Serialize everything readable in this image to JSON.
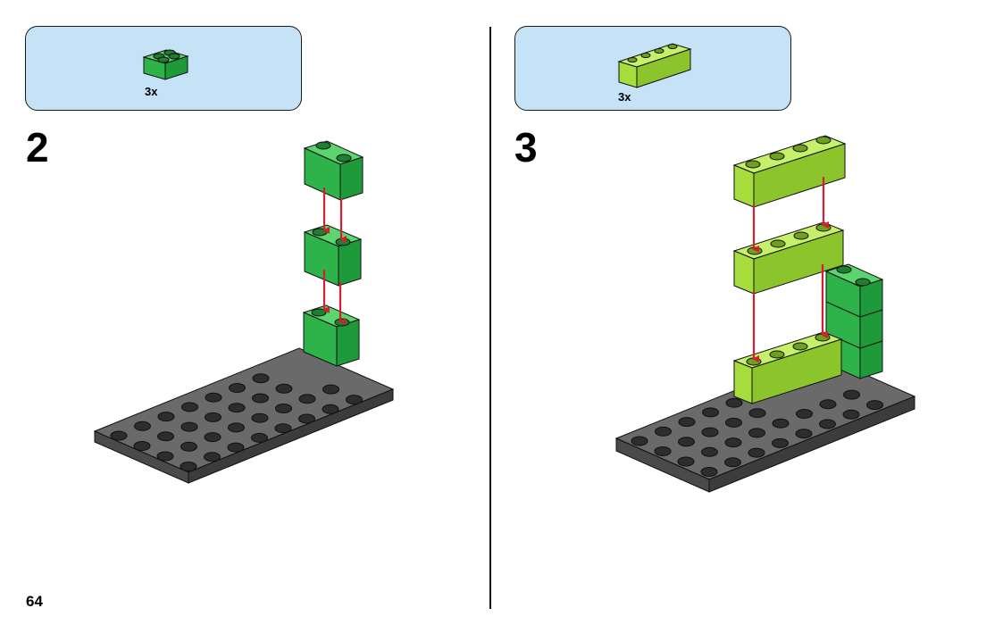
{
  "page": {
    "number": "64"
  },
  "steps": [
    {
      "number": "2",
      "parts": [
        {
          "icon": "green-brick-2x2-icon",
          "count": "3x",
          "color": "#2eb34a"
        }
      ]
    },
    {
      "number": "3",
      "parts": [
        {
          "icon": "lime-brick-1x4-icon",
          "count": "3x",
          "color": "#a6dc3c"
        }
      ]
    }
  ],
  "colors": {
    "parts_box_bg": "#c6e2f6",
    "green_brick": "#2eb34a",
    "lime_brick": "#a6dc3c",
    "baseplate": "#5a5a5a",
    "arrow": "#d22030"
  }
}
